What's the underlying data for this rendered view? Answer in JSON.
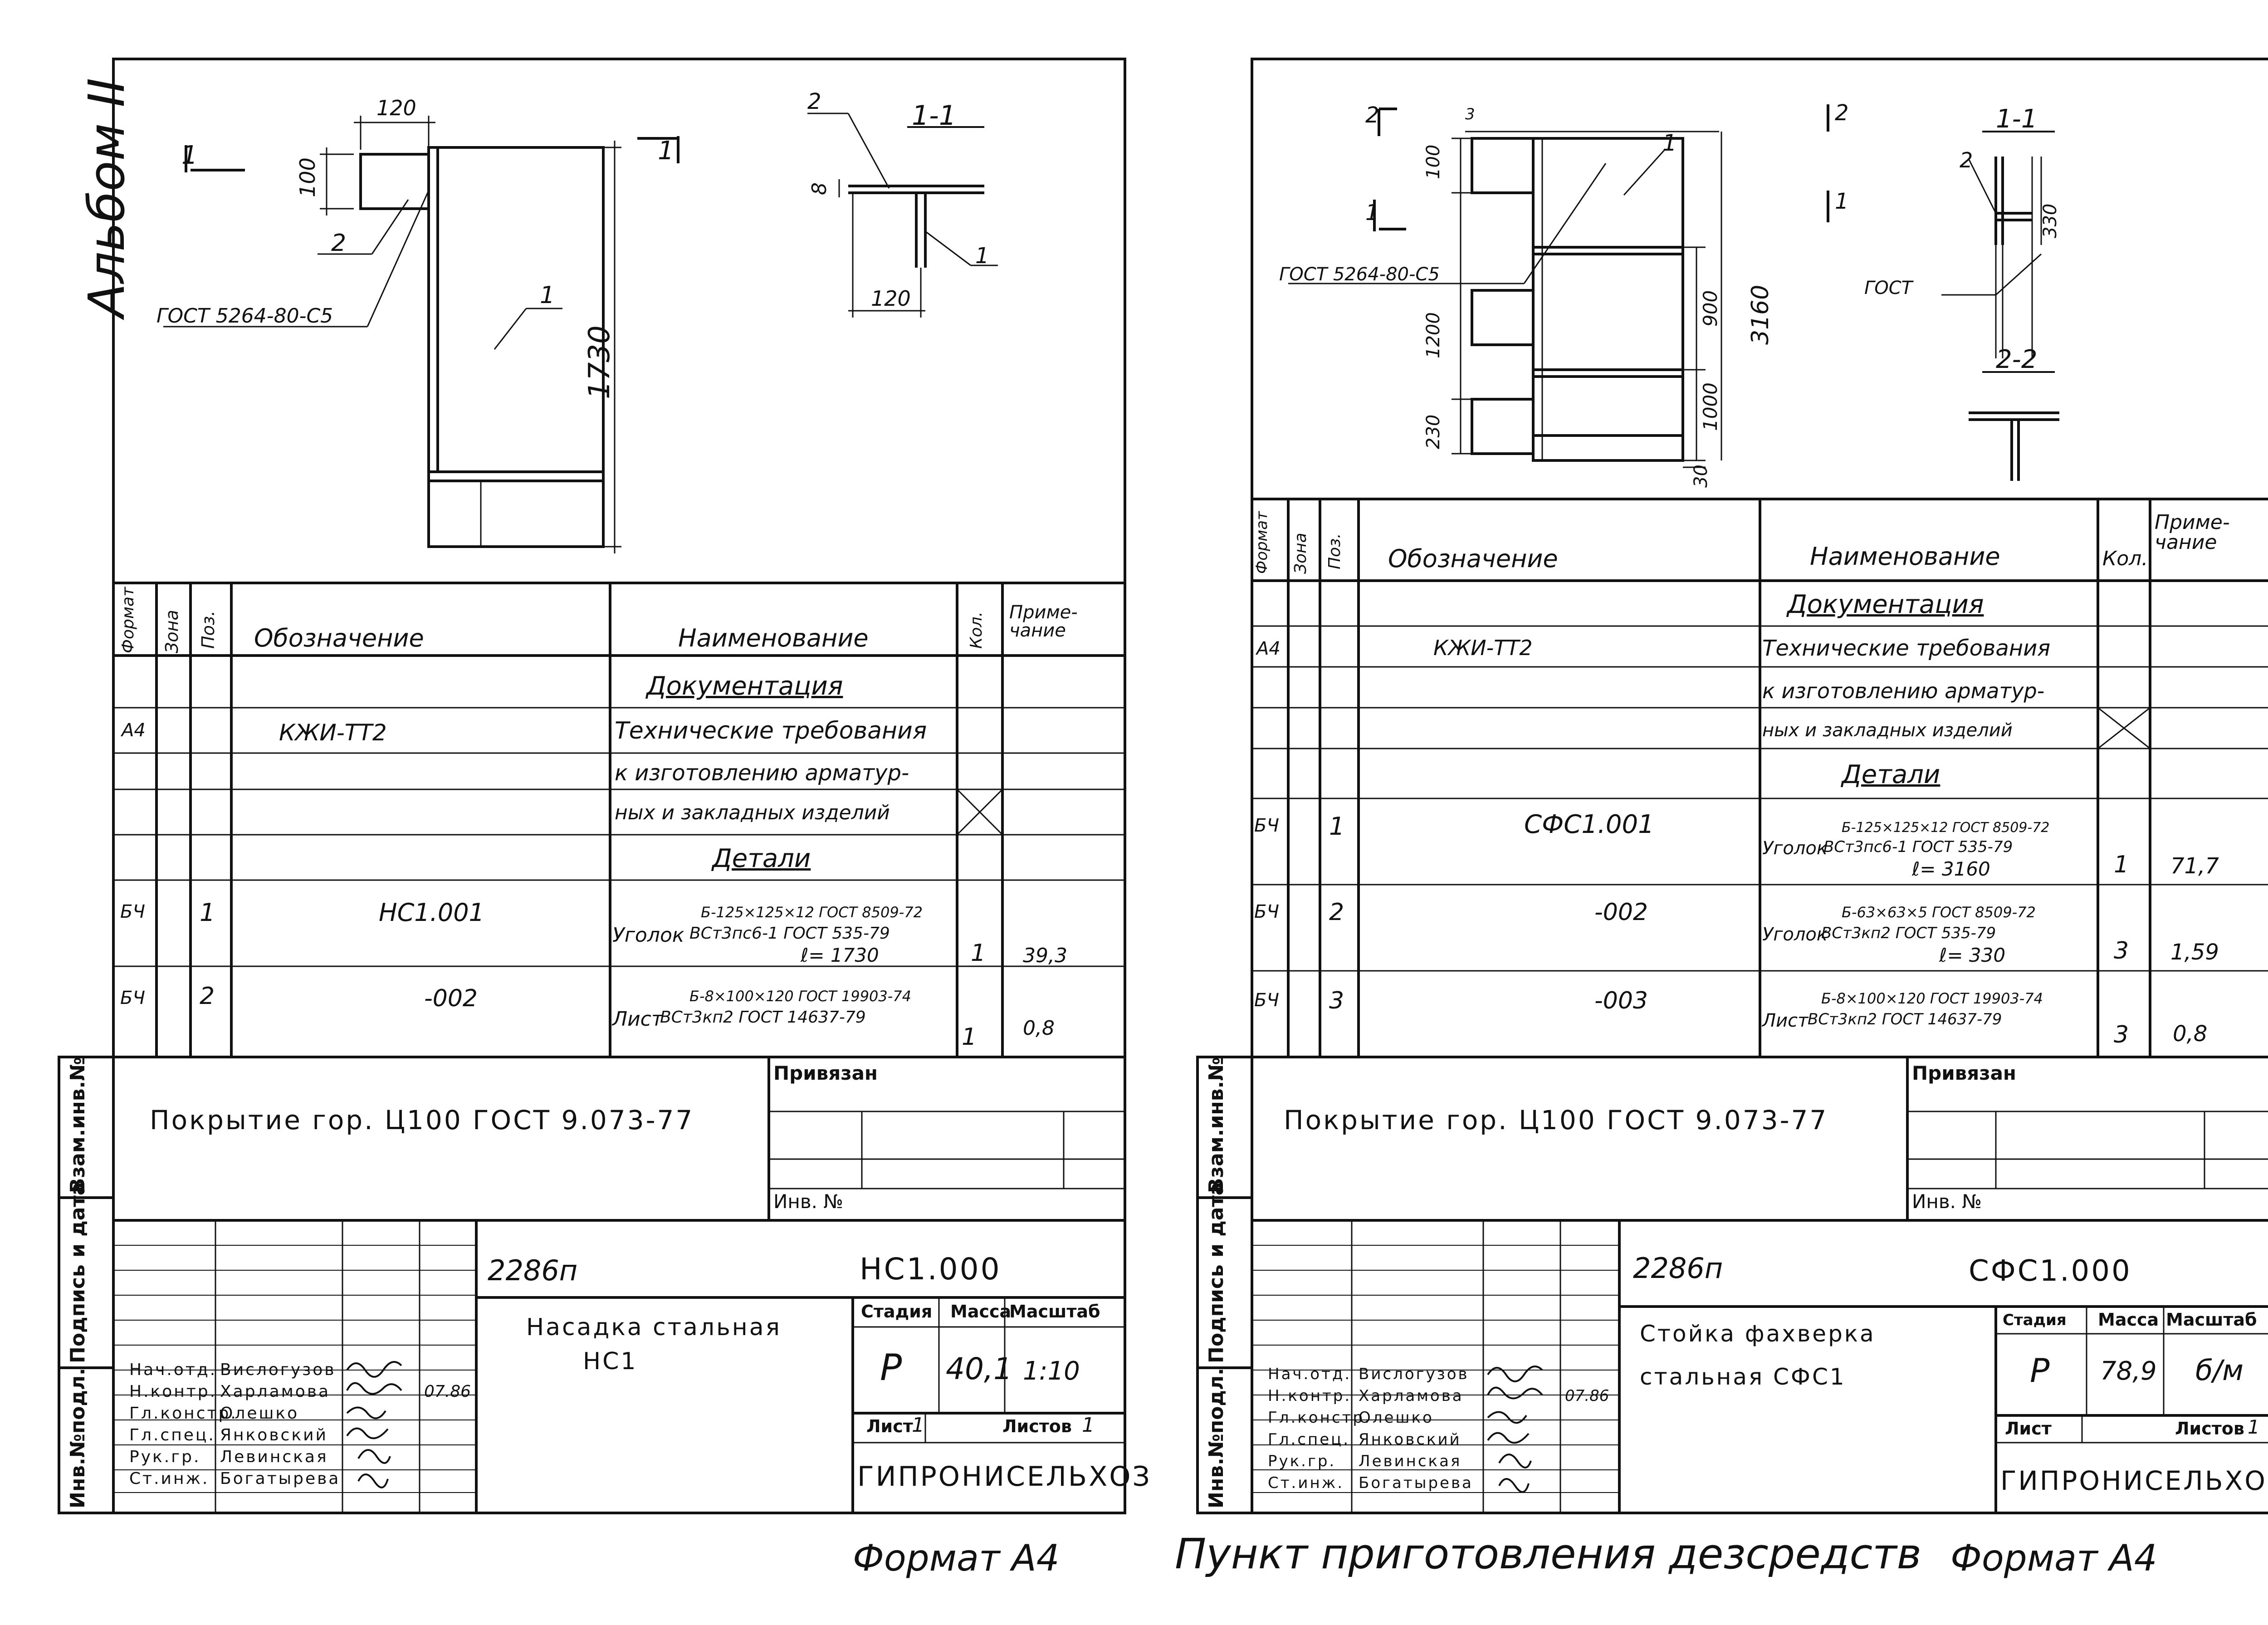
{
  "album_label": "Альбом II",
  "bottom_caption": "Пункт приготовления дезсредств",
  "side_labels": [
    "Взам.инв.№",
    "Подпись и дата",
    "Инв.№подл."
  ],
  "left": {
    "drawing": {
      "dim_120_top": "120",
      "dim_100": "100",
      "dim_1730": "1730",
      "dim_120_section": "120",
      "dim_8": "8",
      "pos1": "1",
      "pos2": "2",
      "section_mark": "1",
      "section_title": "1-1",
      "weld_note": "ГОСТ 5264-80-С5"
    },
    "spec": {
      "headers": {
        "format": "Формат",
        "zone": "Зона",
        "pos": "Поз.",
        "designation": "Обозначение",
        "name": "Наименование",
        "qty": "Кол.",
        "note": "Приме-чание"
      },
      "section_docs": "Документация",
      "doc_format": "А4",
      "doc_designation": "КЖИ-ТТ2",
      "doc_name_lines": [
        "Технические требования",
        "к изготовлению арматур-",
        "ных и закладных изделий"
      ],
      "section_details": "Детали",
      "rows": [
        {
          "format": "БЧ",
          "pos": "1",
          "designation": "НС1.001",
          "name_prefix": "Уголок",
          "name_top": "Б-125×125×12 ГОСТ 8509-72",
          "name_bottom": "ВСт3пс6-1 ГОСТ 535-79",
          "length": "ℓ= 1730",
          "qty": "1",
          "note": "39,3"
        },
        {
          "format": "БЧ",
          "pos": "2",
          "designation": "-002",
          "name_prefix": "Лист",
          "name_top": "Б-8×100×120 ГОСТ 19903-74",
          "name_bottom": "ВСт3кп2 ГОСТ 14637-79",
          "length": "",
          "qty": "1",
          "note": "0,8"
        }
      ]
    },
    "coating": "Покрытие гор. Ц100 ГОСТ 9.073-77",
    "privyazan": "Привязан",
    "inv_no": "Инв. №",
    "project_no": "2286п",
    "doc_code": "НС1.000",
    "title_lines": [
      "Насадка стальная",
      "НС1"
    ],
    "stage_label": "Стадия",
    "mass_label": "Масса",
    "scale_label": "Масштаб",
    "stage": "Р",
    "mass": "40,1",
    "scale": "1:10",
    "sheet_label": "Лист",
    "sheet_value": "1",
    "sheets_label": "Листов",
    "sheets_value": "1",
    "org": "ГИПРОНИСЕЛЬХОЗ",
    "roles": [
      "Нач.отд.",
      "Н.контр.",
      "Гл.констр.",
      "Гл.спец.",
      "Рук.гр.",
      "Ст.инж."
    ],
    "names": [
      "Вислогузов",
      "Харламова",
      "Олешко",
      "Янковский",
      "Левинская",
      "Богатырева"
    ],
    "date": "07.86",
    "format": "Формат А4"
  },
  "right": {
    "drawing": {
      "dim_100": "100",
      "dim_1200": "1200",
      "dim_230": "230",
      "dim_900": "900",
      "dim_1000": "1000",
      "dim_30": "30",
      "dim_3160": "3160",
      "dim_330": "330",
      "pos1": "1",
      "pos2": "2",
      "pos3": "3",
      "section_title_1": "1-1",
      "section_title_2": "2-2",
      "mark1": "1",
      "mark2": "2",
      "weld_note": "ГОСТ 5264-80-С5",
      "gost_note": "ГОСТ"
    },
    "spec": {
      "headers": {
        "format": "Формат",
        "zone": "Зона",
        "pos": "Поз.",
        "designation": "Обозначение",
        "name": "Наименование",
        "qty": "Кол.",
        "note": "Приме-чание"
      },
      "section_docs": "Документация",
      "doc_format": "А4",
      "doc_designation": "КЖИ-ТТ2",
      "doc_name_lines": [
        "Технические требования",
        "к изготовлению арматур-",
        "ных и закладных изделий"
      ],
      "section_details": "Детали",
      "rows": [
        {
          "format": "БЧ",
          "pos": "1",
          "designation": "СФС1.001",
          "name_prefix": "Уголок",
          "name_top": "Б-125×125×12 ГОСТ 8509-72",
          "name_bottom": "ВСт3пс6-1 ГОСТ 535-79",
          "length": "ℓ= 3160",
          "qty": "1",
          "note": "71,7"
        },
        {
          "format": "БЧ",
          "pos": "2",
          "designation": "-002",
          "name_prefix": "Уголок",
          "name_top": "Б-63×63×5 ГОСТ 8509-72",
          "name_bottom": "ВСт3кп2 ГОСТ 535-79",
          "length": "ℓ= 330",
          "qty": "3",
          "note": "1,59"
        },
        {
          "format": "БЧ",
          "pos": "3",
          "designation": "-003",
          "name_prefix": "Лист",
          "name_top": "Б-8×100×120 ГОСТ 19903-74",
          "name_bottom": "ВСт3кп2 ГОСТ 14637-79",
          "length": "",
          "qty": "3",
          "note": "0,8"
        }
      ]
    },
    "coating": "Покрытие гор. Ц100 ГОСТ 9.073-77",
    "privyazan": "Привязан",
    "inv_no": "Инв. №",
    "project_no": "2286п",
    "doc_code": "СФС1.000",
    "title_lines": [
      "Стойка фахверка",
      "стальная СФС1"
    ],
    "stage_label": "Стадия",
    "mass_label": "Масса",
    "scale_label": "Масштаб",
    "stage": "Р",
    "mass": "78,9",
    "scale": "б/м",
    "sheet_label": "Лист",
    "sheet_value": "",
    "sheets_label": "Листов",
    "sheets_value": "1",
    "org": "ГИПРОНИСЕЛЬХОЗ",
    "roles": [
      "Нач.отд.",
      "Н.контр.",
      "Гл.констр.",
      "Гл.спец.",
      "Рук.гр.",
      "Ст.инж."
    ],
    "names": [
      "Вислогузов",
      "Харламова",
      "Олешко",
      "Янковский",
      "Левинская",
      "Богатырева"
    ],
    "date": "07.86",
    "format": "Формат А4"
  }
}
